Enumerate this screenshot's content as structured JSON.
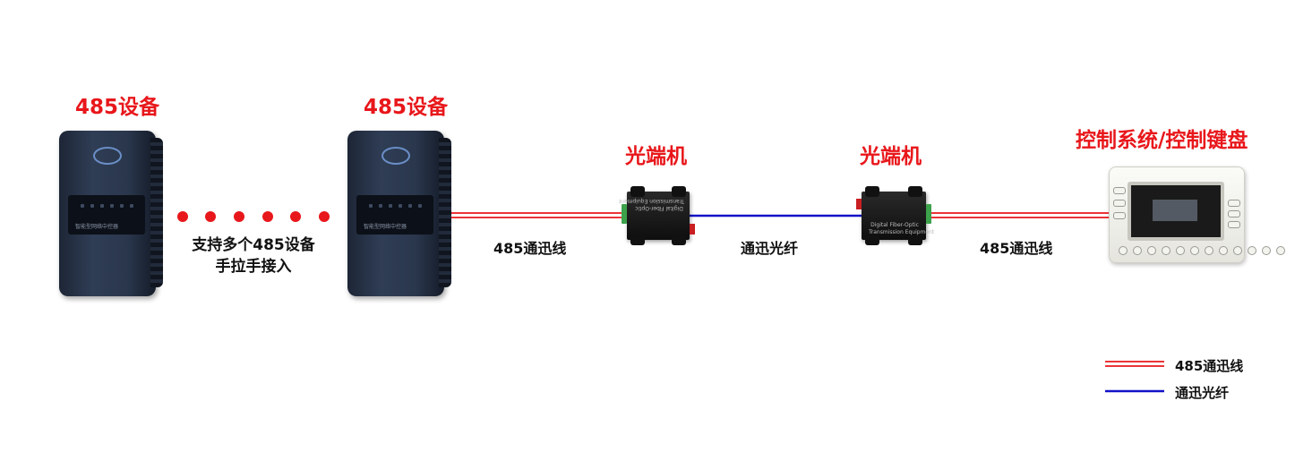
{
  "titles": {
    "device_left": "485设备",
    "device_right": "485设备",
    "transceiver_left": "光端机",
    "transceiver_right": "光端机",
    "control": "控制系统/控制键盘"
  },
  "labels": {
    "daisy_chain_line1": "支持多个485设备",
    "daisy_chain_line2": "手拉手接入",
    "link_485_left": "485通迅线",
    "link_fiber": "通迅光纤",
    "link_485_right": "485通迅线"
  },
  "legend": {
    "items": [
      {
        "label": "485通迅线",
        "style": "double-red"
      },
      {
        "label": "通迅光纤",
        "style": "single-blue"
      }
    ]
  },
  "colors": {
    "title_red": "#e8171b",
    "line_485": "#e8171b",
    "line_fiber": "#1212c8"
  },
  "icons": {
    "device": "485-device-enclosure",
    "transceiver": "fiber-optic-transceiver",
    "keyboard": "control-keyboard",
    "dots": "ellipsis-dots"
  }
}
